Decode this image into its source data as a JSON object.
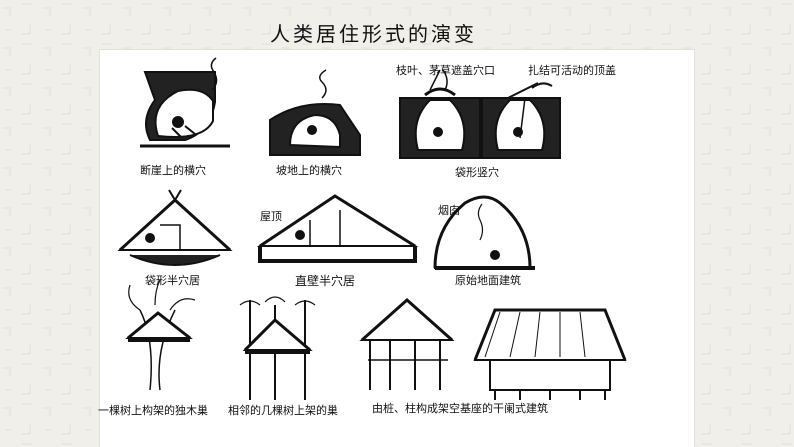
{
  "title": "人类居住形式的演变",
  "labels": {
    "cliff_cave": "断崖上的横穴",
    "slope_cave": "坡地上的横穴",
    "branches_note": "枝叶、茅草遮盖穴口",
    "movable_roof_note": "扎结可活动的顶盖",
    "bag_pit": "袋形竖穴",
    "bag_semi": "袋形半穴居",
    "roof": "屋顶",
    "straight_semi": "直壁半穴居",
    "chimney": "烟囱",
    "ground_building": "原始地面建筑",
    "single_tree_nest": "一棵树上构架的独木巢",
    "multi_tree_nest": "相邻的几棵树上架的巢",
    "ganlan": "由桩、柱构成架空基座的干阑式建筑"
  }
}
